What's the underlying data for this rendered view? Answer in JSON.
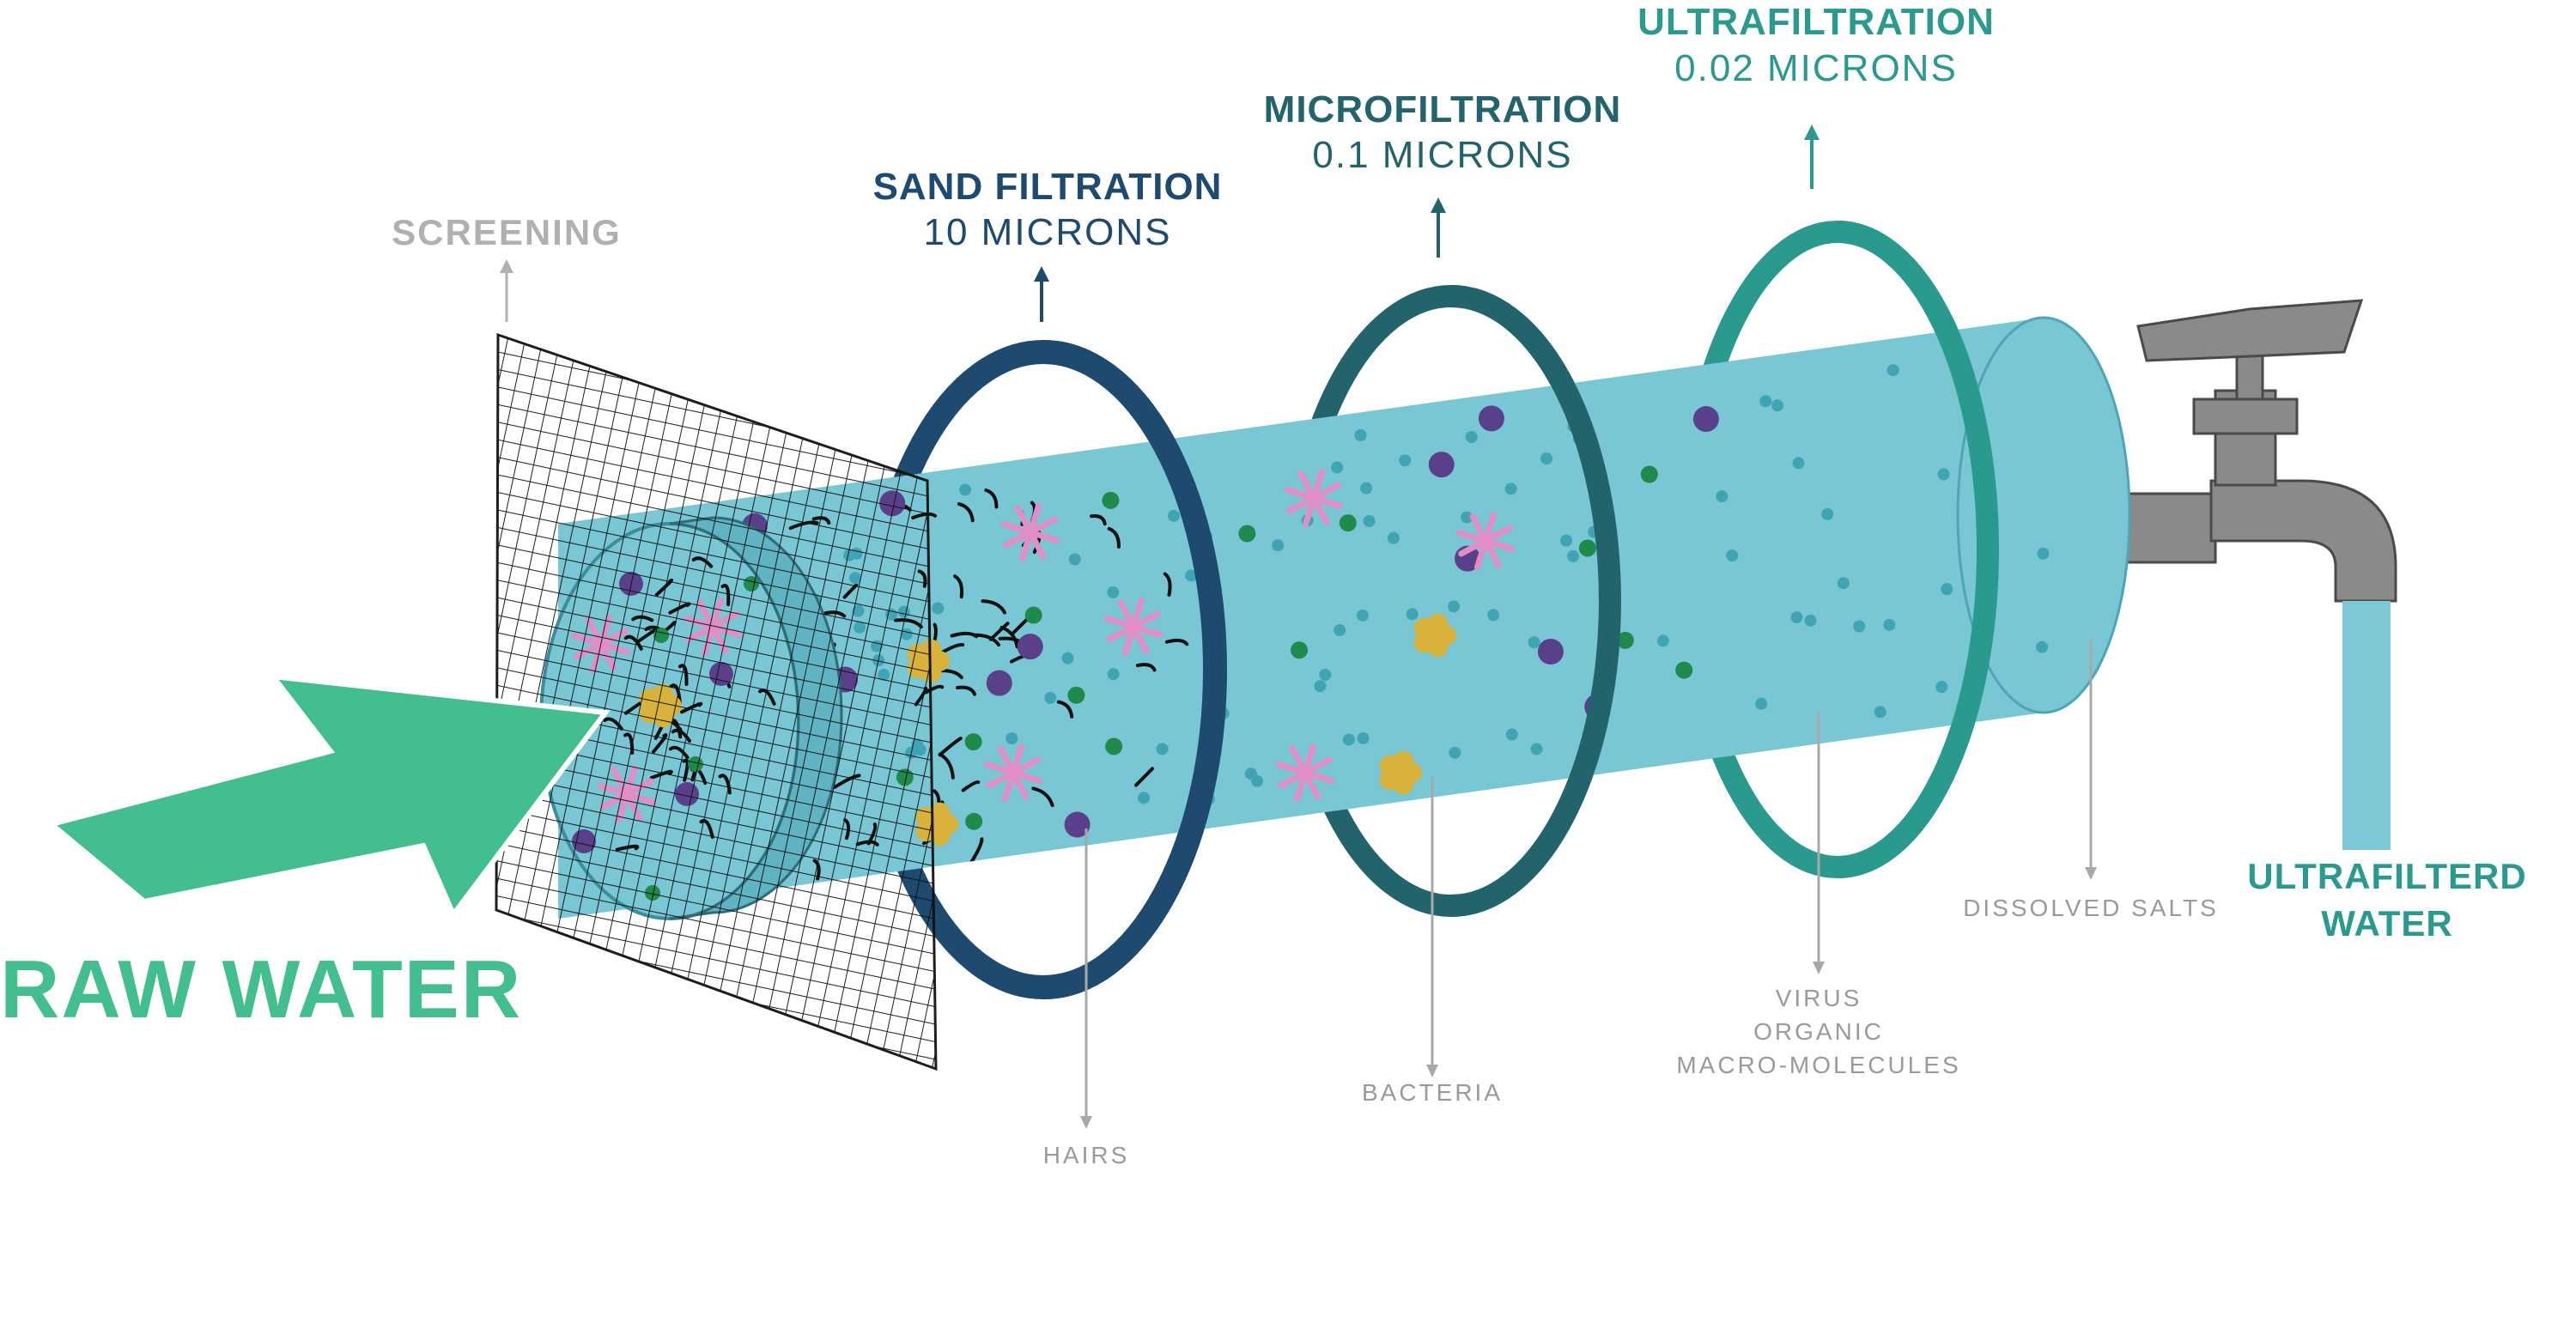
{
  "colors": {
    "pipe": "#79c6d4",
    "pipe_edge": "#4da6b6",
    "sand_ring": "#1d4a6e",
    "micro_ring": "#22636c",
    "ultra_ring": "#2a9a8f",
    "raw_water": "#43be8e",
    "screen_label": "#b0b0b0",
    "small_label": "#9a9a9a",
    "tap": "#8a8a8a",
    "out_water": "#7dc8d6"
  },
  "labels": {
    "screening": "SCREENING",
    "sand_title": "SAND FILTRATION",
    "sand_size": "10 MICRONS",
    "micro_title": "MICROFILTRATION",
    "micro_size": "0.1 MICRONS",
    "ultra_title": "ULTRAFILTRATION",
    "ultra_size": "0.02 MICRONS",
    "raw_water": "RAW WATER",
    "output_line1": "ULTRAFILTERD",
    "output_line2": "WATER",
    "hairs": "HAIRS",
    "bacteria": "BACTERIA",
    "virus_line1": "VIRUS",
    "virus_line2": "ORGANIC",
    "virus_line3": "MACRO-MOLECULES",
    "dissolved_salts": "DISSOLVED SALTS"
  },
  "icons": {
    "raw_arrow": "arrow-right-icon",
    "tap": "faucet-icon",
    "mesh": "grid-mesh-icon",
    "particle_purple": "virus-dot-icon",
    "particle_green": "bacteria-dot-icon",
    "particle_star": "pink-star-icon",
    "particle_flower": "yellow-blob-icon"
  }
}
